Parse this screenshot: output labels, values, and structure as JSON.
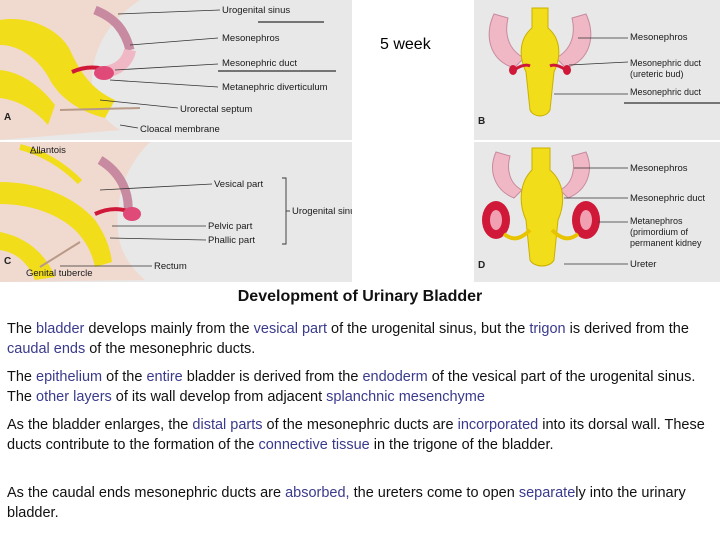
{
  "figure": {
    "week_caption": "5 week",
    "panels": {
      "a": {
        "letter": "A",
        "labels": [
          "Urogenital sinus",
          "Mesonephros",
          "Mesonephric duct",
          "Metanephric diverticulum",
          "Urorectal septum",
          "Cloacal membrane"
        ]
      },
      "b": {
        "letter": "B",
        "labels": [
          "Mesonephros",
          "Mesonephric duct",
          "(ureteric bud)",
          "Mesonephric duct"
        ]
      },
      "c": {
        "letter": "C",
        "labels": [
          "Allantois",
          "Vesical part",
          "Urogenital sinus",
          "Pelvic part",
          "Phallic part",
          "Rectum",
          "Genital tubercle"
        ]
      },
      "d": {
        "letter": "D",
        "labels": [
          "Mesonephros",
          "Mesonephric duct",
          "Metanephros",
          "(primordium of",
          "permanent kidney",
          "Ureter"
        ]
      }
    }
  },
  "text": {
    "title": "Development of Urinary Bladder",
    "paragraphs": [
      [
        {
          "t": "The "
        },
        {
          "t": "bladder",
          "hl": true
        },
        {
          "t": " develops mainly from the "
        },
        {
          "t": "vesical part",
          "hl": true
        },
        {
          "t": " of the urogenital sinus, but the "
        },
        {
          "t": "trigon",
          "hl": true
        },
        {
          "t": " is derived from the "
        },
        {
          "t": "caudal ends",
          "hl": true
        },
        {
          "t": " of the mesonephric ducts."
        }
      ],
      [
        {
          "t": "The "
        },
        {
          "t": "epithelium",
          "hl": true
        },
        {
          "t": " of the "
        },
        {
          "t": "entire",
          "hl": true
        },
        {
          "t": " bladder is derived from the "
        },
        {
          "t": "endoderm",
          "hl": true
        },
        {
          "t": " of the vesical part of the urogenital sinus. The "
        },
        {
          "t": "other layers",
          "hl": true
        },
        {
          "t": " of its wall develop from adjacent "
        },
        {
          "t": "splanchnic mesenchyme",
          "hl": true
        }
      ],
      [
        {
          "t": "As the bladder enlarges, the "
        },
        {
          "t": "distal parts",
          "hl": true
        },
        {
          "t": " of the mesonephric ducts are "
        },
        {
          "t": "incorporated",
          "hl": true
        },
        {
          "t": " into its dorsal wall. These ducts contribute to  the formation of the "
        },
        {
          "t": "connective tissue",
          "hl": true
        },
        {
          "t": " in the trigone of the bladder."
        }
      ],
      [
        {
          "t": "As the caudal ends  mesonephric ducts are "
        },
        {
          "t": "absorbed,",
          "hl": true
        },
        {
          "t": " the ureters come to open "
        },
        {
          "t": "separate",
          "hl": true
        },
        {
          "t": "ly into the urinary bladder."
        }
      ]
    ]
  },
  "colors": {
    "highlight": "#3a3a8c",
    "endoderm_yellow": "#f2dd1a",
    "mesonephros_pink": "#f0b8c4",
    "duct_red": "#d01838",
    "panel_bg": "#e8e8e8"
  }
}
